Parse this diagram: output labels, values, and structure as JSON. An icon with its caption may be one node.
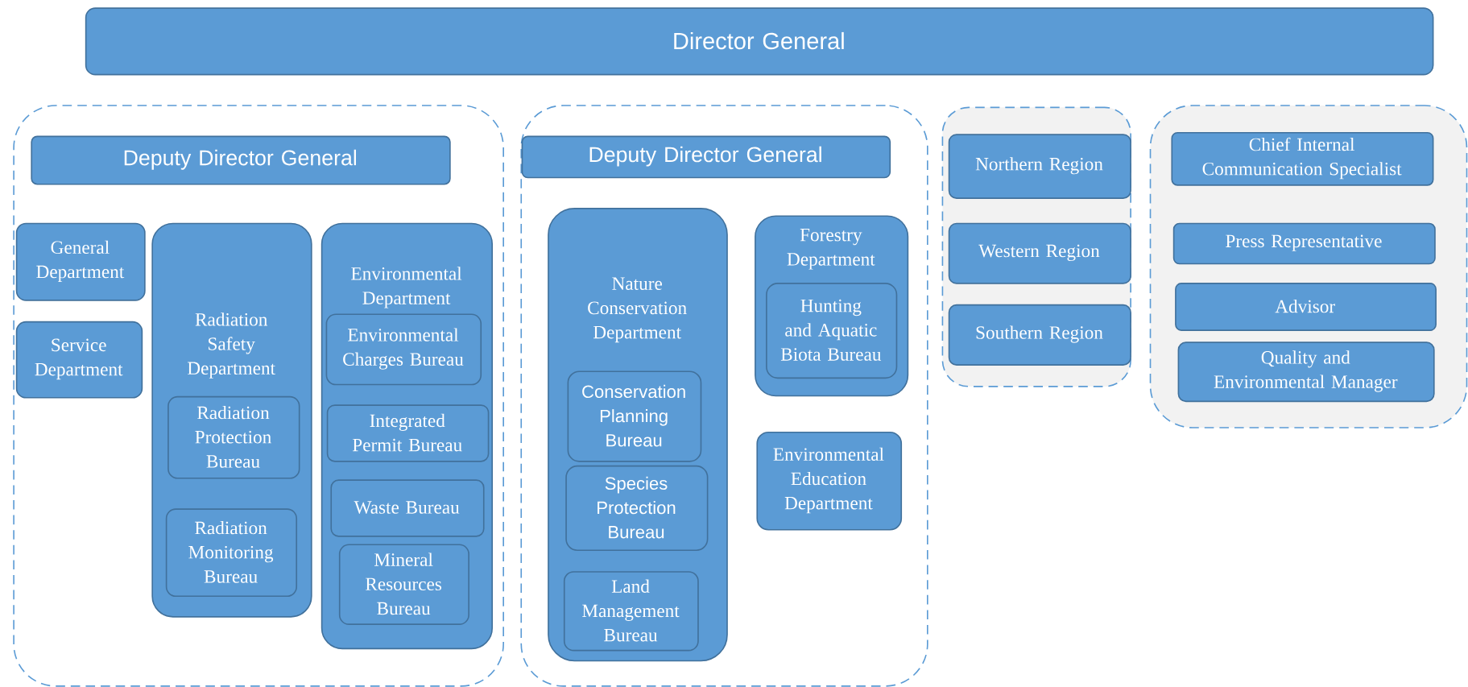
{
  "diagram": {
    "nodes": [
      {
        "text": [
          "Director General"
        ]
      },
      {
        "text": [],
        "shape": "box"
      },
      {
        "text": [
          "Deputy Director General"
        ],
        "in": 1
      },
      {
        "text": [
          "General Department"
        ],
        "in": 1
      },
      {
        "text": [
          "Service Department"
        ],
        "in": 1
      },
      {
        "text": [
          "Radiation Safety Department"
        ],
        "in": 1
      },
      {
        "text": [
          "Radiation Protection Bureau"
        ],
        "in": 5
      },
      {
        "text": [
          "Radiation Monitoring Bureau"
        ],
        "in": 5
      },
      {
        "text": [
          "Environmental Department"
        ],
        "in": 1
      },
      {
        "text": [
          "Environmental Charges Bureau"
        ],
        "in": 8
      },
      {
        "text": [
          "Integrated Permit Bureau"
        ],
        "in": 8
      },
      {
        "text": [
          "Waste Bureau"
        ],
        "in": 8
      },
      {
        "text": [
          "Mineral Resources Bureau"
        ],
        "in": 8
      },
      {
        "text": [],
        "shape": "box"
      },
      {
        "text": [
          "Deputy Director General"
        ],
        "in": 13
      },
      {
        "text": [
          "Nature Conservation Department"
        ],
        "in": 13
      },
      {
        "text": [
          "Conservation Planning Bureau"
        ],
        "in": 15
      },
      {
        "text": [
          "Species Protection Bureau"
        ],
        "in": 15
      },
      {
        "text": [
          "Land Management Bureau"
        ],
        "in": 15
      },
      {
        "text": [
          "Forestry Department"
        ],
        "in": 13
      },
      {
        "text": [
          "Hunting and Aquatic Biota Bureau"
        ],
        "in": 19
      },
      {
        "text": [
          "Environmental Education Department"
        ],
        "in": 13
      },
      {
        "text": [],
        "shape": "box"
      },
      {
        "text": [
          "Northern Region"
        ],
        "in": 22
      },
      {
        "text": [
          "Western Region"
        ],
        "in": 22
      },
      {
        "text": [
          "Southern Region"
        ],
        "in": 22
      },
      {
        "text": [],
        "shape": "box"
      },
      {
        "text": [
          "Chief Internal Communication Specialist"
        ],
        "in": 26
      },
      {
        "text": [
          "Press Representative"
        ],
        "in": 26
      },
      {
        "text": [
          "Advisor"
        ],
        "in": 26
      },
      {
        "text": [
          "Quality and Environmental Manager"
        ],
        "in": 26
      }
    ]
  }
}
